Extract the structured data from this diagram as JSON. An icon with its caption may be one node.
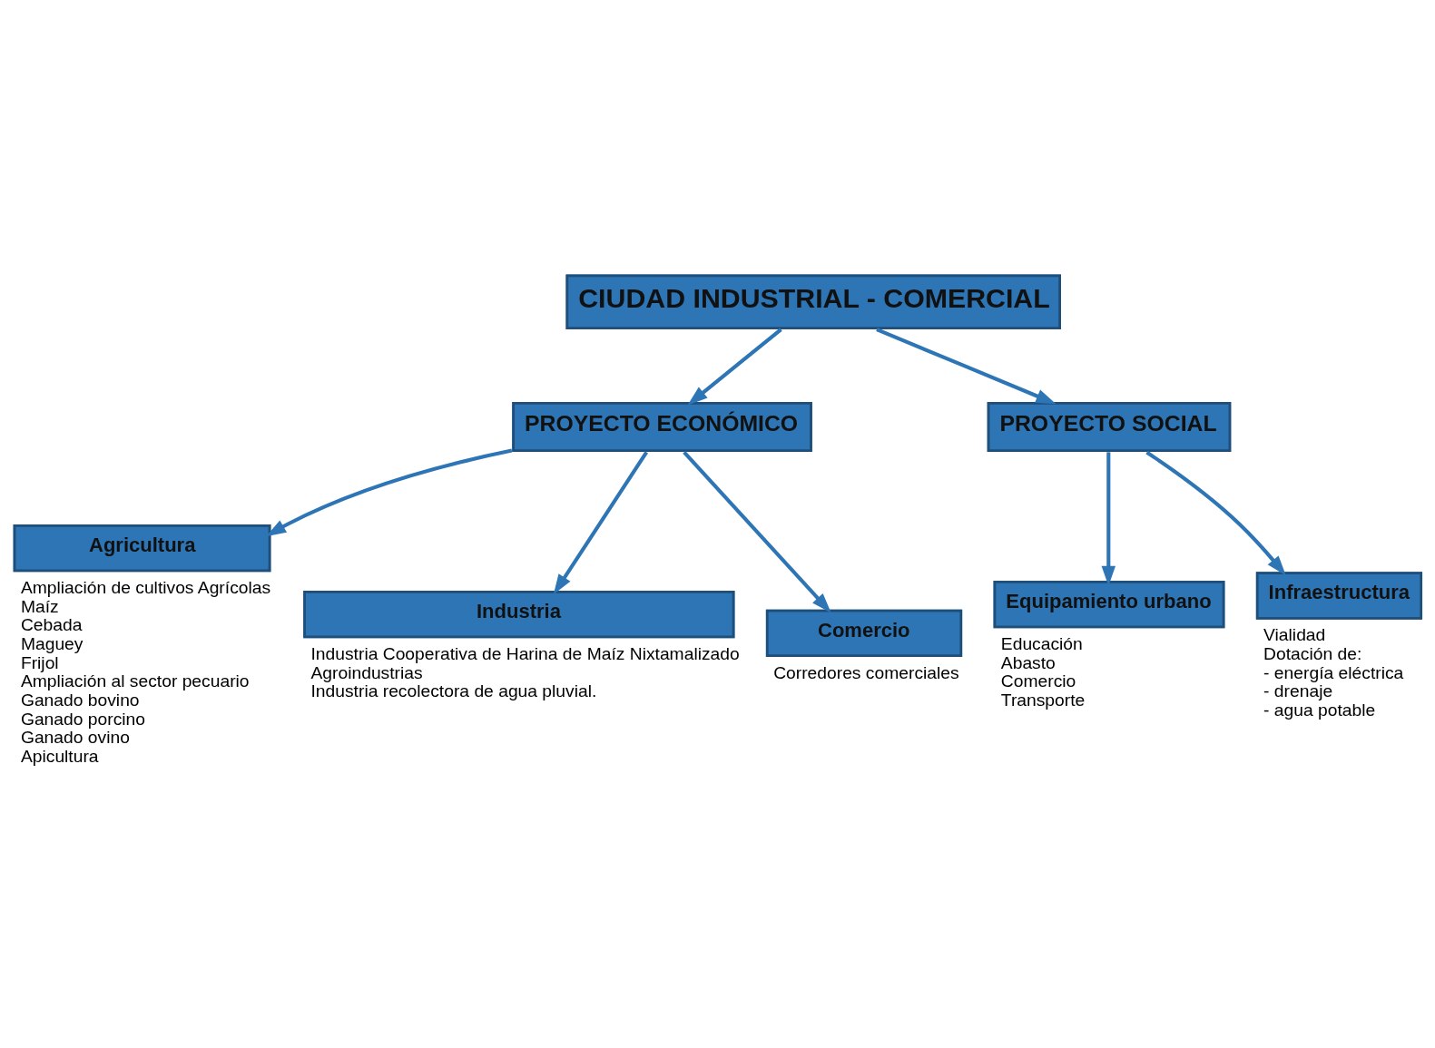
{
  "diagram": {
    "nodes": [
      {
        "text": [
          "CIUDAD INDUSTRIAL - COMERCIAL"
        ]
      },
      {
        "text": [
          "PROYECTO ECONÓMICO"
        ]
      },
      {
        "text": [
          "PROYECTO SOCIAL"
        ]
      },
      {
        "text": [
          "Agricultura"
        ],
        "beside": [
          "Ampliación de cultivos Agrícolas",
          "Maíz",
          "Cebada",
          "Maguey",
          "Frijol",
          "Ampliación al sector pecuario",
          "Ganado bovino",
          "Ganado porcino",
          "Ganado ovino",
          "Apicultura"
        ]
      },
      {
        "text": [
          "Industria"
        ],
        "beside": [
          "Industria Cooperativa de Harina de Maíz Nixtamalizado",
          "Agroindustrias",
          "Industria recolectora de agua pluvial."
        ]
      },
      {
        "text": [
          "Comercio"
        ],
        "beside": [
          "Corredores comerciales"
        ]
      },
      {
        "text": [
          "Equipamiento urbano"
        ],
        "beside": [
          "Educación",
          "Abasto",
          "Comercio",
          "Transporte"
        ]
      },
      {
        "text": [
          "Infraestructura"
        ],
        "beside": [
          "Vialidad",
          "Dotación de:",
          "- energía eléctrica",
          "- drenaje",
          "- agua potable"
        ]
      }
    ],
    "edges": [
      {
        "from": 0,
        "to": 1,
        "arrow": "to"
      },
      {
        "from": 0,
        "to": 2,
        "arrow": "to"
      },
      {
        "from": 1,
        "to": 3,
        "arrow": "to"
      },
      {
        "from": 1,
        "to": 4,
        "arrow": "to"
      },
      {
        "from": 1,
        "to": 5,
        "arrow": "to"
      },
      {
        "from": 2,
        "to": 6,
        "arrow": "to"
      },
      {
        "from": 2,
        "to": 7,
        "arrow": "to"
      }
    ]
  }
}
